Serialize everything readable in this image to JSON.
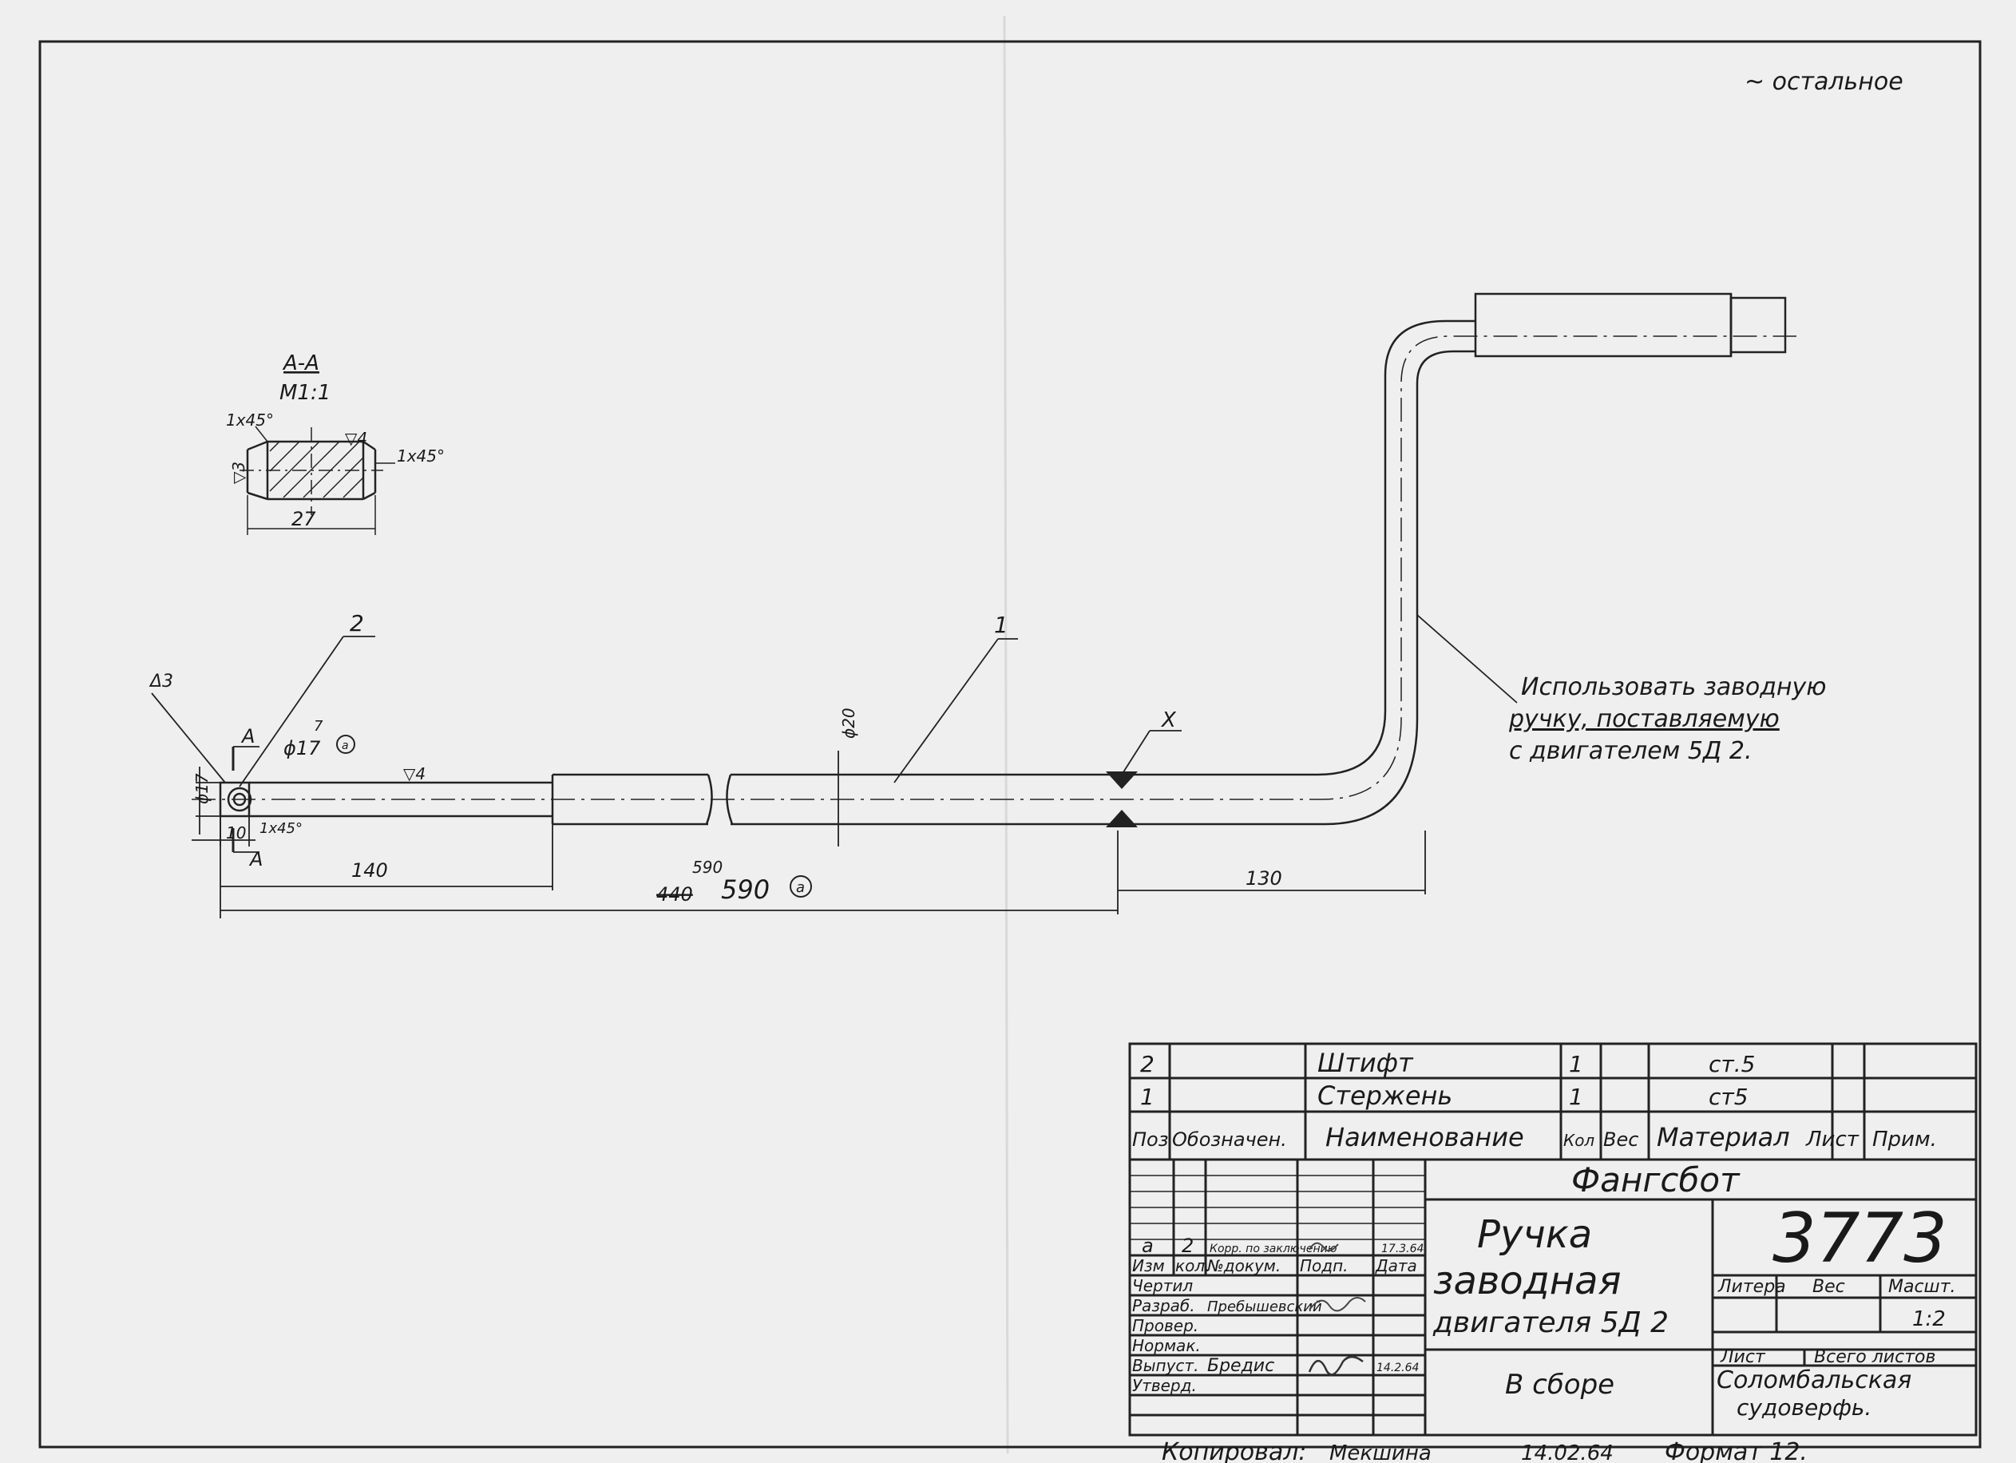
{
  "corner_note": "~ остальное",
  "section": {
    "label": "А-А",
    "scale": "М1:1",
    "chamfer_left": "1x45°",
    "chamfer_right": "1x45°",
    "rough_top": "▽4",
    "rough_left": "▽3",
    "width_dim": "27"
  },
  "callouts": {
    "pos2": "2",
    "pos1": "1",
    "weld": "X",
    "section_mark_top": "А",
    "section_mark_bottom": "А"
  },
  "dims": {
    "d3": "Δ3",
    "dia17_hole": "ϕ17",
    "dia17_hole_sup": "7",
    "circle_a": "a",
    "dia17": "ϕ17",
    "dia20": "ϕ20",
    "rough_shaft": "▽4",
    "dim10": "10",
    "chamfer": "1x45°",
    "dim140": "140",
    "dim590_old_small": "590",
    "dim590_struck": "440",
    "dim590": "590",
    "dim130": "130"
  },
  "note": {
    "line1": "Использовать заводную",
    "line2": "ручку, поставляемую",
    "line3": "с двигателем 5Д 2."
  },
  "bom": {
    "rows": [
      {
        "pos": "2",
        "name": "Штифт",
        "qty": "1",
        "material": "ст.5"
      },
      {
        "pos": "1",
        "name": "Стержень",
        "qty": "1",
        "material": "ст5"
      }
    ],
    "headers": {
      "pos": "Поз",
      "designation": "Обозначен.",
      "name": "Наименование",
      "qty": "Кол",
      "weight": "Вес",
      "material": "Материал",
      "sheet": "Лист",
      "note": "Прим."
    }
  },
  "title_block": {
    "project": "Фангсбот",
    "title_line1": "Ручка",
    "title_line2": "заводная",
    "title_line3": "двигателя 5Д 2",
    "subtitle": "В сборе",
    "number": "3773",
    "rev_letter": "а",
    "rev_num": "2",
    "rev_doc": "Корр. по заключению",
    "rev_date": "17.3.64",
    "col_izm": "Изм",
    "col_kol": "кол.",
    "col_ndok": "№докум.",
    "col_podp": "Подп.",
    "col_data": "Дата",
    "roles": [
      "Чертил",
      "Разраб.",
      "Провер.",
      "Нормак.",
      "Выпуст.",
      "Утверд."
    ],
    "razrab_name": "Пребышевский",
    "vypust_name": "Бредис",
    "vypust_date": "14.2.64",
    "litera": "Литера",
    "ves": "Вес",
    "masshtab": "Масшт.",
    "scale_value": "1:2",
    "list": "Лист",
    "vsego": "Всего листов",
    "org_line1": "Соломбальская",
    "org_line2": "судоверфь."
  },
  "footer": {
    "copied_label": "Копировал:",
    "copied_by": "Мекшина",
    "date": "14.02.64",
    "format": "Формат 12."
  }
}
